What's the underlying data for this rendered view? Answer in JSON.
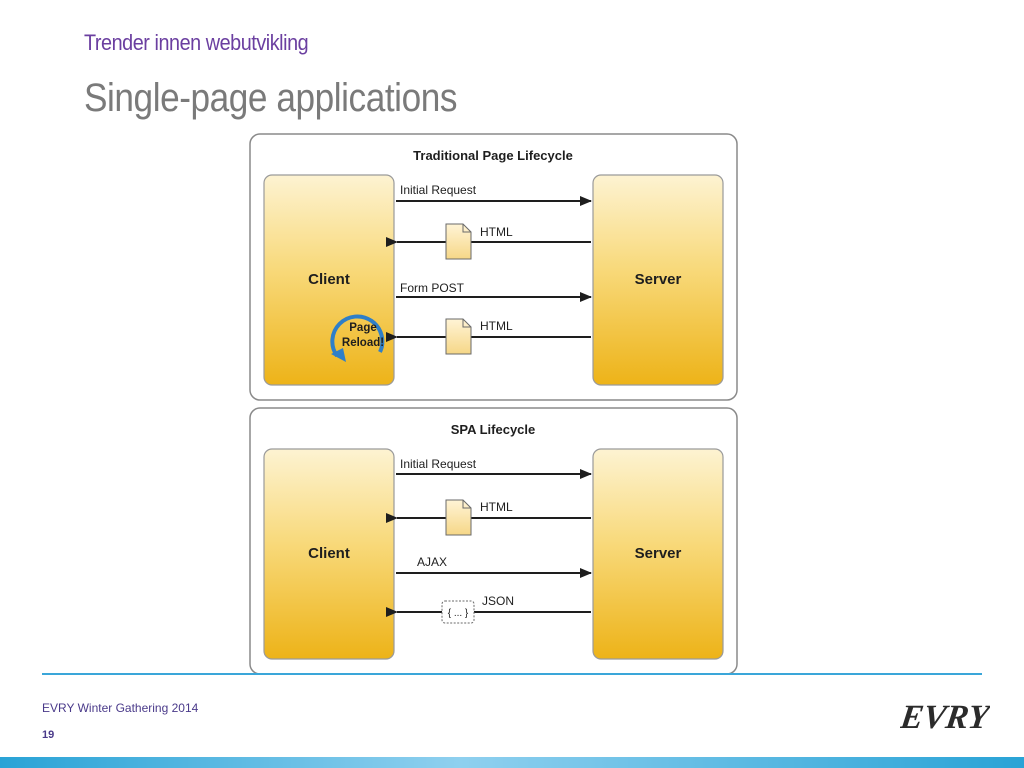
{
  "slide": {
    "subtitle": "Trender innen webutvikling",
    "title": "Single-page applications",
    "footer": "EVRY Winter Gathering 2014",
    "page_number": "19",
    "logo_text": "EVRY"
  },
  "diagram": {
    "traditional": {
      "heading": "Traditional Page Lifecycle",
      "client": "Client",
      "server": "Server",
      "reload_line1": "Page",
      "reload_line2": "Reload!",
      "messages": [
        "Initial Request",
        "HTML",
        "Form POST",
        "HTML"
      ]
    },
    "spa": {
      "heading": "SPA Lifecycle",
      "client": "Client",
      "server": "Server",
      "json_icon": "{ ... }",
      "messages": [
        "Initial Request",
        "HTML",
        "AJAX",
        "JSON"
      ]
    }
  },
  "colors": {
    "box_top": "#fdf3d2",
    "box_bottom": "#edb318",
    "reload_arrow": "#2f7fc8",
    "accent_blue": "#3aa6d9",
    "subtitle_purple": "#6b3fa0"
  }
}
